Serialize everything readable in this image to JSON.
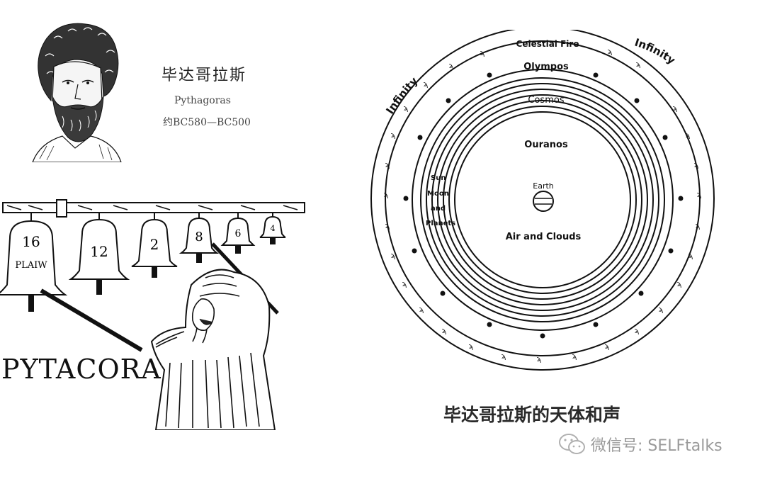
{
  "portrait_caption": {
    "name_cn": "毕达哥拉斯",
    "name_en": "Pythagoras",
    "dates": "约BC580—BC500"
  },
  "woodcut": {
    "bells": [
      "16",
      "12",
      "2",
      "8",
      "6",
      "4"
    ],
    "bell_inscription": "PLAIW",
    "banner": "PYTACORA"
  },
  "cosmos_diagram": {
    "outer_labels": {
      "left": "Infinity",
      "right": "Infinity",
      "top": "Celestial Fire"
    },
    "ring_labels": {
      "olympos": "Olympos",
      "cosmos": "Cosmos",
      "ouranos": "Ouranos",
      "earth": "Earth",
      "air": "Air and Clouds",
      "sun": "Sun",
      "moon": "Moon",
      "and": "and",
      "planets": "Planets"
    }
  },
  "caption": "毕达哥拉斯的天体和声",
  "watermark": "微信号: SELFtalks"
}
